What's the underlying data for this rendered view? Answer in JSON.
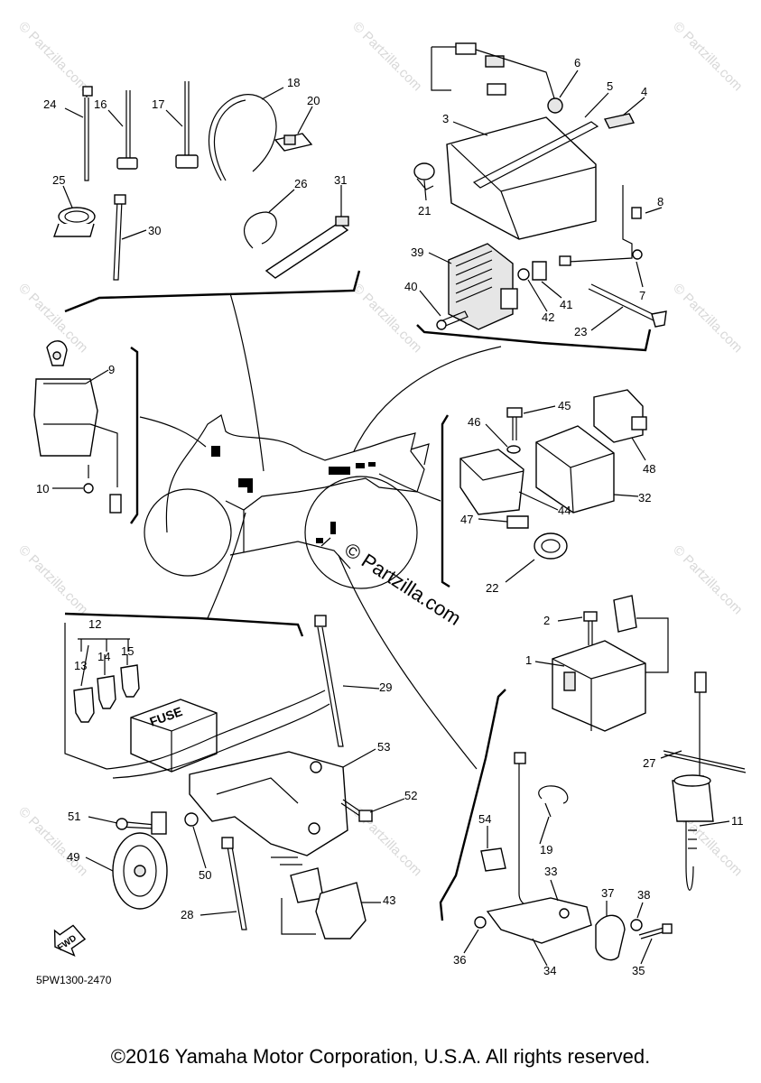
{
  "diagram": {
    "code": "5PW1300-2470",
    "center_watermark": "© Partzilla.com",
    "watermark_text": "© Partzilla.com",
    "fwd_label": "FWD",
    "fuse_label": "FUSE"
  },
  "callouts": [
    {
      "id": "c24",
      "label": "24"
    },
    {
      "id": "c16",
      "label": "16"
    },
    {
      "id": "c17",
      "label": "17"
    },
    {
      "id": "c18",
      "label": "18"
    },
    {
      "id": "c20",
      "label": "20"
    },
    {
      "id": "c25",
      "label": "25"
    },
    {
      "id": "c30",
      "label": "30"
    },
    {
      "id": "c26",
      "label": "26"
    },
    {
      "id": "c31",
      "label": "31"
    },
    {
      "id": "c6",
      "label": "6"
    },
    {
      "id": "c5",
      "label": "5"
    },
    {
      "id": "c4",
      "label": "4"
    },
    {
      "id": "c3",
      "label": "3"
    },
    {
      "id": "c21",
      "label": "21"
    },
    {
      "id": "c8",
      "label": "8"
    },
    {
      "id": "c39",
      "label": "39"
    },
    {
      "id": "c7",
      "label": "7"
    },
    {
      "id": "c40",
      "label": "40"
    },
    {
      "id": "c42",
      "label": "42"
    },
    {
      "id": "c41",
      "label": "41"
    },
    {
      "id": "c23",
      "label": "23"
    },
    {
      "id": "c9",
      "label": "9"
    },
    {
      "id": "c10",
      "label": "10"
    },
    {
      "id": "c45",
      "label": "45"
    },
    {
      "id": "c46",
      "label": "46"
    },
    {
      "id": "c48",
      "label": "48"
    },
    {
      "id": "c44",
      "label": "44"
    },
    {
      "id": "c32",
      "label": "32"
    },
    {
      "id": "c47",
      "label": "47"
    },
    {
      "id": "c22",
      "label": "22"
    },
    {
      "id": "c12",
      "label": "12"
    },
    {
      "id": "c13",
      "label": "13"
    },
    {
      "id": "c14",
      "label": "14"
    },
    {
      "id": "c15",
      "label": "15"
    },
    {
      "id": "c29",
      "label": "29"
    },
    {
      "id": "c2",
      "label": "2"
    },
    {
      "id": "c1",
      "label": "1"
    },
    {
      "id": "c27",
      "label": "27"
    },
    {
      "id": "c53",
      "label": "53"
    },
    {
      "id": "c52",
      "label": "52"
    },
    {
      "id": "c51",
      "label": "51"
    },
    {
      "id": "c11",
      "label": "11"
    },
    {
      "id": "c54",
      "label": "54"
    },
    {
      "id": "c19",
      "label": "19"
    },
    {
      "id": "c49",
      "label": "49"
    },
    {
      "id": "c50",
      "label": "50"
    },
    {
      "id": "c33",
      "label": "33"
    },
    {
      "id": "c37",
      "label": "37"
    },
    {
      "id": "c38",
      "label": "38"
    },
    {
      "id": "c28",
      "label": "28"
    },
    {
      "id": "c43",
      "label": "43"
    },
    {
      "id": "c36",
      "label": "36"
    },
    {
      "id": "c34",
      "label": "34"
    },
    {
      "id": "c35",
      "label": "35"
    }
  ],
  "footer": {
    "copyright": "©2016 Yamaha Motor Corporation, U.S.A. All rights reserved."
  }
}
